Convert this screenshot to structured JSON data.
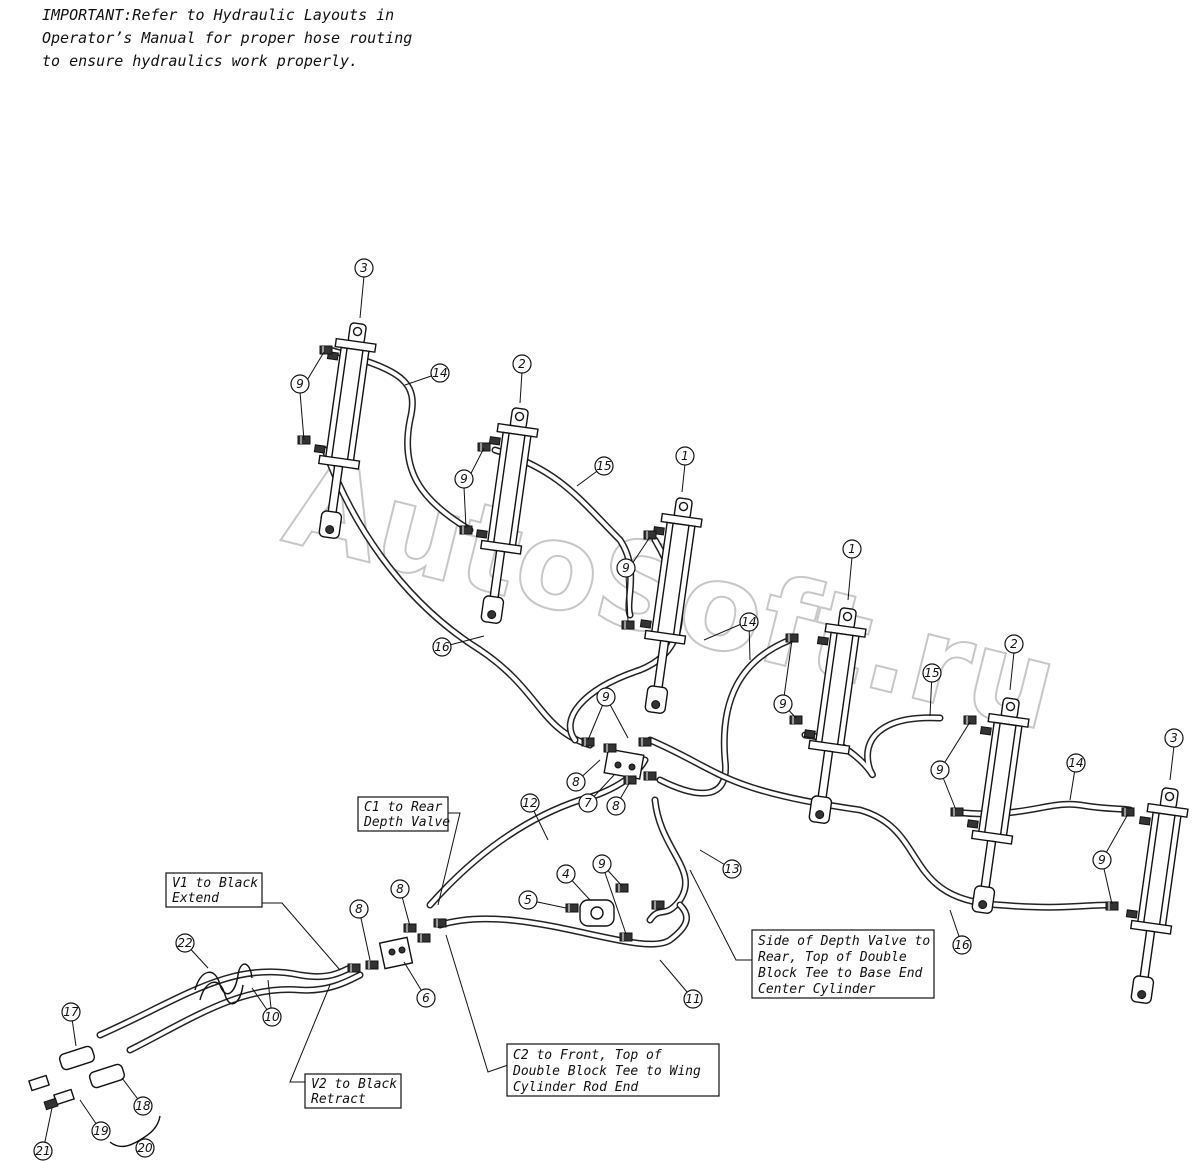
{
  "note": "IMPORTANT:Refer to Hydraulic Layouts in\nOperator’s Manual for proper hose routing\nto ensure hydraulics work properly.",
  "watermark": "AutoSoft.ru",
  "callouts": {
    "c1_rear": [
      "C1 to Rear",
      "Depth Valve"
    ],
    "v1_extend": [
      "V1 to Black",
      "Extend"
    ],
    "v2_retract": [
      "V2 to Black",
      "Retract"
    ],
    "c2_front": [
      "C2 to Front, Top of",
      "Double Block Tee to Wing",
      "Cylinder Rod End"
    ],
    "depth_valve_side": [
      "Side of Depth Valve to",
      "Rear, Top of Double",
      "Block Tee to Base End",
      "Center Cylinder"
    ]
  },
  "part_numbers": [
    {
      "id": "p3-left",
      "label": "3"
    },
    {
      "id": "p2-left",
      "label": "2"
    },
    {
      "id": "p1-left",
      "label": "1"
    },
    {
      "id": "p1-right",
      "label": "1"
    },
    {
      "id": "p2-right",
      "label": "2"
    },
    {
      "id": "p3-right",
      "label": "3"
    },
    {
      "id": "p9-a",
      "label": "9"
    },
    {
      "id": "p9-b",
      "label": "9"
    },
    {
      "id": "p9-c",
      "label": "9"
    },
    {
      "id": "p9-d",
      "label": "9"
    },
    {
      "id": "p9-e",
      "label": "9"
    },
    {
      "id": "p9-f",
      "label": "9"
    },
    {
      "id": "p9-g",
      "label": "9"
    },
    {
      "id": "p9-h",
      "label": "9"
    },
    {
      "id": "p14-a",
      "label": "14"
    },
    {
      "id": "p14-b",
      "label": "14"
    },
    {
      "id": "p14-c",
      "label": "14"
    },
    {
      "id": "p15-a",
      "label": "15"
    },
    {
      "id": "p15-b",
      "label": "15"
    },
    {
      "id": "p16-a",
      "label": "16"
    },
    {
      "id": "p16-b",
      "label": "16"
    },
    {
      "id": "p8-a",
      "label": "8"
    },
    {
      "id": "p8-b",
      "label": "8"
    },
    {
      "id": "p8-c",
      "label": "8"
    },
    {
      "id": "p8-d",
      "label": "8"
    },
    {
      "id": "p7",
      "label": "7"
    },
    {
      "id": "p12",
      "label": "12"
    },
    {
      "id": "p13",
      "label": "13"
    },
    {
      "id": "p11",
      "label": "11"
    },
    {
      "id": "p4",
      "label": "4"
    },
    {
      "id": "p5",
      "label": "5"
    },
    {
      "id": "p6",
      "label": "6"
    },
    {
      "id": "p10",
      "label": "10"
    },
    {
      "id": "p22",
      "label": "22"
    },
    {
      "id": "p17",
      "label": "17"
    },
    {
      "id": "p18",
      "label": "18"
    },
    {
      "id": "p19",
      "label": "19"
    },
    {
      "id": "p20",
      "label": "20"
    },
    {
      "id": "p21",
      "label": "21"
    }
  ]
}
